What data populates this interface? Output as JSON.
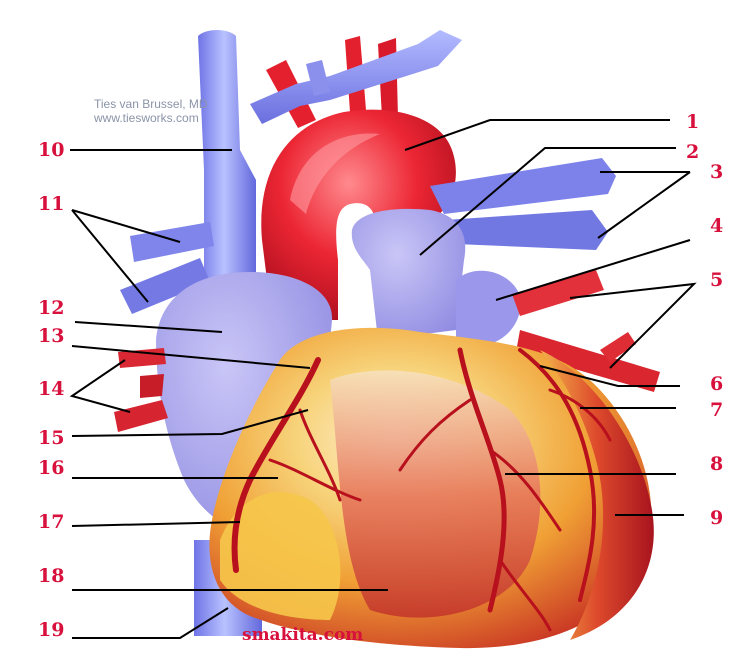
{
  "credit": {
    "author": "Ties van Brussel, MD",
    "site": "www.tiesworks.com"
  },
  "watermark": "smakita.com",
  "labels": [
    "1",
    "2",
    "3",
    "4",
    "5",
    "6",
    "7",
    "8",
    "9",
    "10",
    "11",
    "12",
    "13",
    "14",
    "15",
    "16",
    "17",
    "18",
    "19"
  ],
  "colors": {
    "label": "#d8103c",
    "vein": "#8a8ff0",
    "artery": "#e8202e",
    "atrium": "#a9a4ee",
    "fat": "#f5c84a",
    "muscle": "#d8382e"
  }
}
